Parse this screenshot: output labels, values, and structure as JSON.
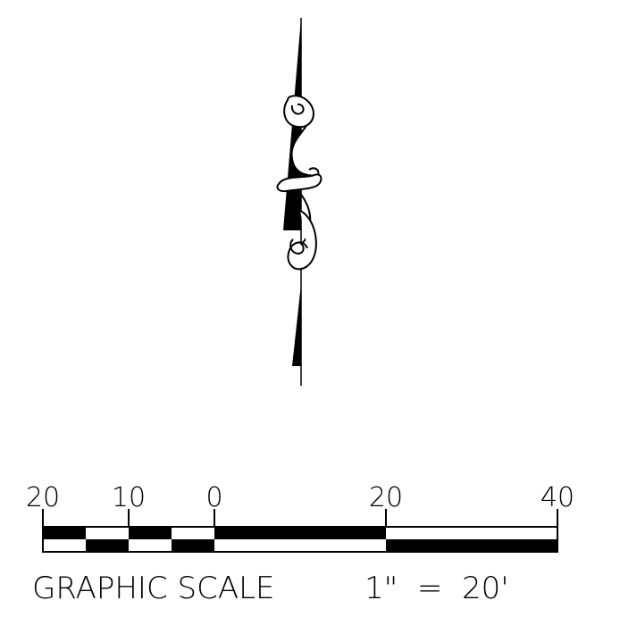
{
  "north_arrow": {
    "symbol": "north-arrow"
  },
  "scale_bar": {
    "tick_labels": [
      "20",
      "10",
      "0",
      "20",
      "40"
    ],
    "caption": {
      "title": "GRAPHIC SCALE",
      "ratio": "1\"  =  20'"
    }
  },
  "colors": {
    "ink": "#000000",
    "paper": "#ffffff"
  }
}
